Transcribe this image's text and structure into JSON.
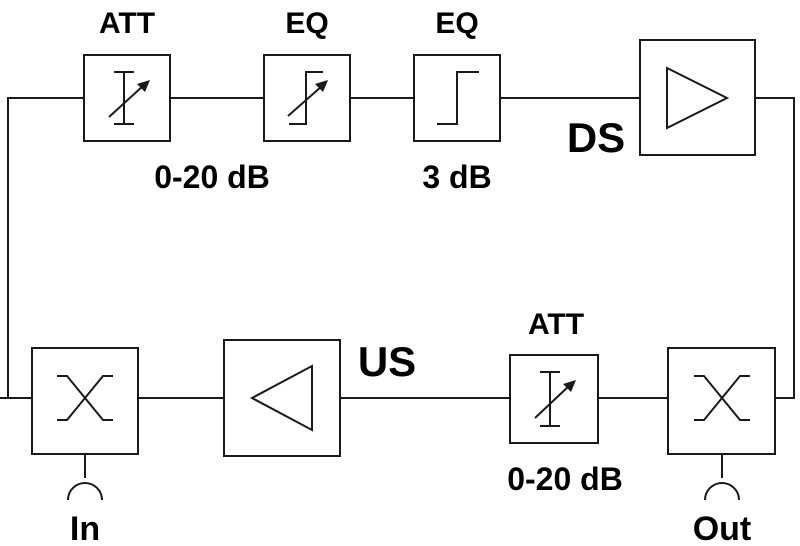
{
  "blocks": {
    "att_top": {
      "title": "ATT",
      "value": "0-20 dB"
    },
    "eq1": {
      "title": "EQ"
    },
    "eq2": {
      "title": "EQ",
      "value": "3 dB"
    },
    "ds_amp": {
      "label": "DS"
    },
    "us_amp": {
      "label": "US"
    },
    "att_bottom": {
      "title": "ATT",
      "value": "0-20 dB"
    },
    "coupler_in": {
      "label": "In"
    },
    "coupler_out": {
      "label": "Out"
    }
  }
}
